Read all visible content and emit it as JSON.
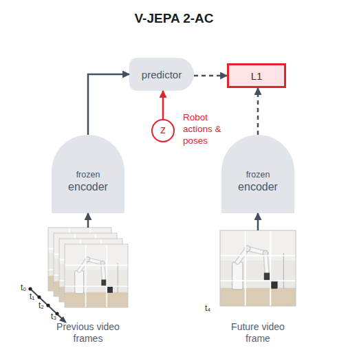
{
  "diagram": {
    "title": "V-JEPA 2-AC",
    "nodes": [
      {
        "text": [
          "predictor"
        ]
      },
      {
        "text": [
          "L1"
        ]
      },
      {
        "text": [
          "z"
        ]
      },
      {
        "text": [
          "frozen",
          "encoder"
        ]
      },
      {
        "text": [
          "frozen",
          "encoder"
        ]
      },
      {
        "text": [
          "Previous video frames"
        ]
      },
      {
        "text": [
          "Future video frame"
        ]
      }
    ],
    "edges": [
      {
        "from": 5,
        "to": 3,
        "arrow": "to"
      },
      {
        "from": 3,
        "to": 0,
        "arrow": "to"
      },
      {
        "from": 2,
        "to": 0,
        "arrow": "to"
      },
      {
        "from": 0,
        "to": 1,
        "arrow": "to"
      },
      {
        "from": 6,
        "to": 4,
        "arrow": "to"
      },
      {
        "from": 4,
        "to": 1,
        "arrow": "to"
      }
    ],
    "labels": [
      "Robot actions & poses",
      "t₀",
      "t₁",
      "t₂",
      "t₃",
      "t₄"
    ]
  }
}
